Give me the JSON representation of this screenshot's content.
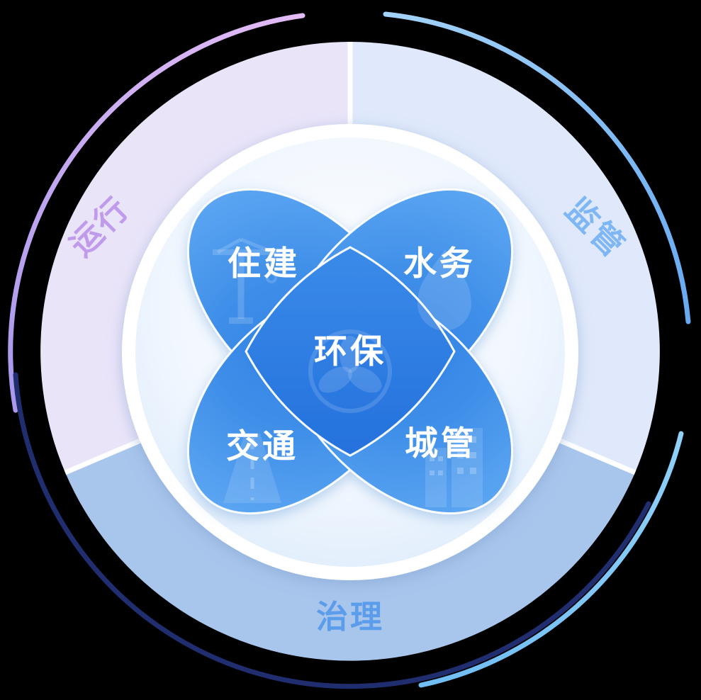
{
  "diagram": {
    "type": "smart-city-domains-wheel",
    "background_color": "#000000",
    "ring_sectors": [
      {
        "id": "operation",
        "label": "运行",
        "text_color": "#C09BEC",
        "fill": "#EAE4F9",
        "position": "top-left"
      },
      {
        "id": "supervision",
        "label": "监管",
        "text_color": "#7FB7F4",
        "fill": "#E0E9FB",
        "position": "top-right"
      },
      {
        "id": "governance",
        "label": "治理",
        "text_color": "#5C9DEB",
        "fill": "#A8C5EC",
        "position": "bottom"
      }
    ],
    "petals": [
      {
        "id": "housing",
        "label": "住建",
        "icon": "crane-icon",
        "position": "top-left"
      },
      {
        "id": "water",
        "label": "水务",
        "icon": "water-drop-icon",
        "position": "top-right"
      },
      {
        "id": "transport",
        "label": "交通",
        "icon": "road-icon",
        "position": "bottom-left"
      },
      {
        "id": "city-mgmt",
        "label": "城管",
        "icon": "buildings-icon",
        "position": "bottom-right"
      }
    ],
    "center": {
      "label": "环保",
      "icon": "eco-fan-icon"
    },
    "colors": {
      "petal_light": "#63ABF4",
      "petal_dark": "#2E7FE3",
      "center_diamond": "#2973DE",
      "arc_top_left": "#C9A6F0",
      "arc_top_right": "#8CC5F6",
      "arc_bottom": "#202D6E",
      "arc_bottom_right": "#7FC6F6"
    }
  }
}
